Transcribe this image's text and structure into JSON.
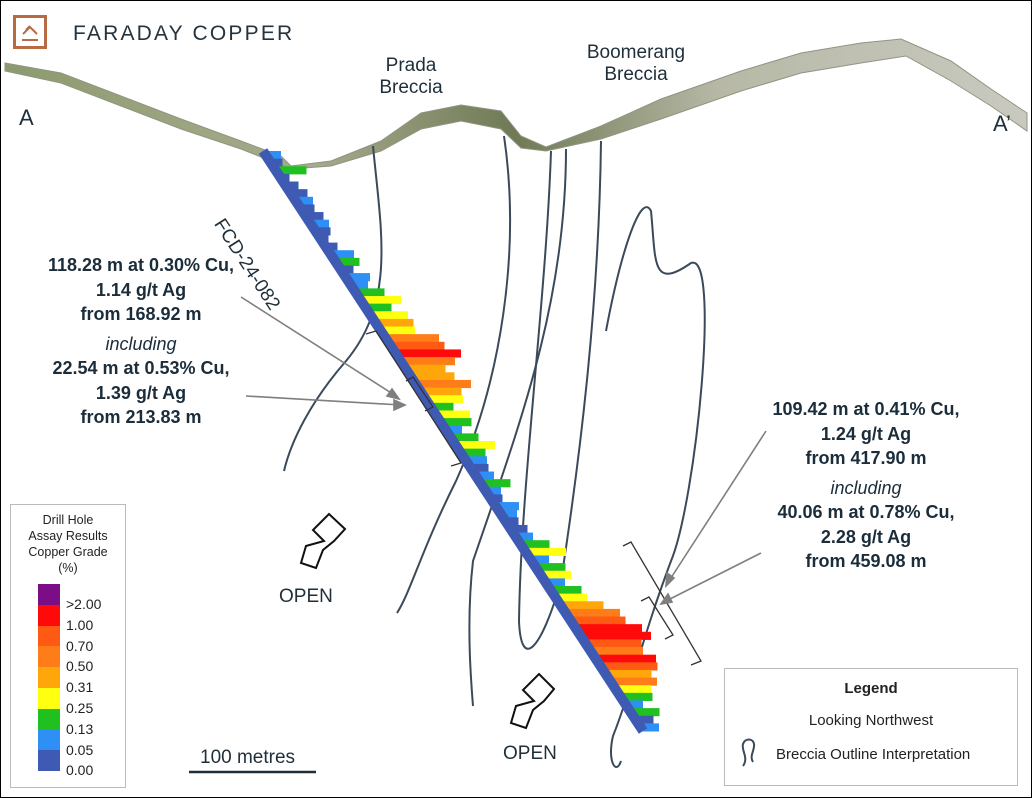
{
  "brand": {
    "name": "FARADAY COPPER"
  },
  "section": {
    "left_label": "A",
    "right_label": "A’"
  },
  "breccias": [
    {
      "line1": "Prada",
      "line2": "Breccia"
    },
    {
      "line1": "Boomerang",
      "line2": "Breccia"
    }
  ],
  "hole": {
    "id": "FCD-24-082"
  },
  "annotation_upper": {
    "l1": "118.28 m at 0.30% Cu,",
    "l2": "1.14 g/t Ag",
    "l3": "from 168.92 m",
    "inc": "including",
    "l4": "22.54 m at 0.53% Cu,",
    "l5": "1.39 g/t Ag",
    "l6": "from 213.83 m"
  },
  "annotation_lower": {
    "l1": "109.42 m at 0.41% Cu,",
    "l2": "1.24 g/t Ag",
    "l3": "from 417.90 m",
    "inc": "including",
    "l4": "40.06 m at 0.78% Cu,",
    "l5": "2.28 g/t Ag",
    "l6": "from 459.08 m"
  },
  "open_labels": [
    "OPEN",
    "OPEN"
  ],
  "scale_bar": {
    "label": "100 metres"
  },
  "grade_legend": {
    "title": [
      "Drill Hole",
      "Assay Results",
      "Copper Grade",
      "(%)"
    ],
    "classes": [
      {
        "label": ">2.00",
        "color": "#7b0e86"
      },
      {
        "label": "1.00",
        "color": "#ff0a0a"
      },
      {
        "label": "0.70",
        "color": "#ff5a14"
      },
      {
        "label": "0.50",
        "color": "#ff7d18"
      },
      {
        "label": "0.31",
        "color": "#ffa70a"
      },
      {
        "label": "0.25",
        "color": "#ffff10"
      },
      {
        "label": "0.13",
        "color": "#20c020"
      },
      {
        "label": "0.05",
        "color": "#2e8ff5"
      },
      {
        "label": "0.00",
        "color": "#3e5ab3"
      }
    ]
  },
  "legend": {
    "title": "Legend",
    "view": "Looking Northwest",
    "breccia": "Breccia Outline Interpretation"
  },
  "drill_grades": [
    7,
    8,
    6,
    8,
    8,
    8,
    7,
    8,
    8,
    7,
    8,
    8,
    8,
    7,
    6,
    8,
    7,
    7,
    6,
    5,
    6,
    5,
    4,
    5,
    3,
    2,
    1,
    3,
    4,
    4,
    3,
    4,
    5,
    6,
    5,
    6,
    7,
    6,
    5,
    6,
    7,
    8,
    7,
    6,
    7,
    8,
    7,
    7,
    8,
    8,
    7,
    6,
    5,
    7,
    6,
    5,
    7,
    6,
    5,
    4,
    3,
    2,
    1,
    1,
    2,
    3,
    1,
    2,
    4,
    3,
    5,
    6,
    7,
    6,
    8,
    7
  ]
}
